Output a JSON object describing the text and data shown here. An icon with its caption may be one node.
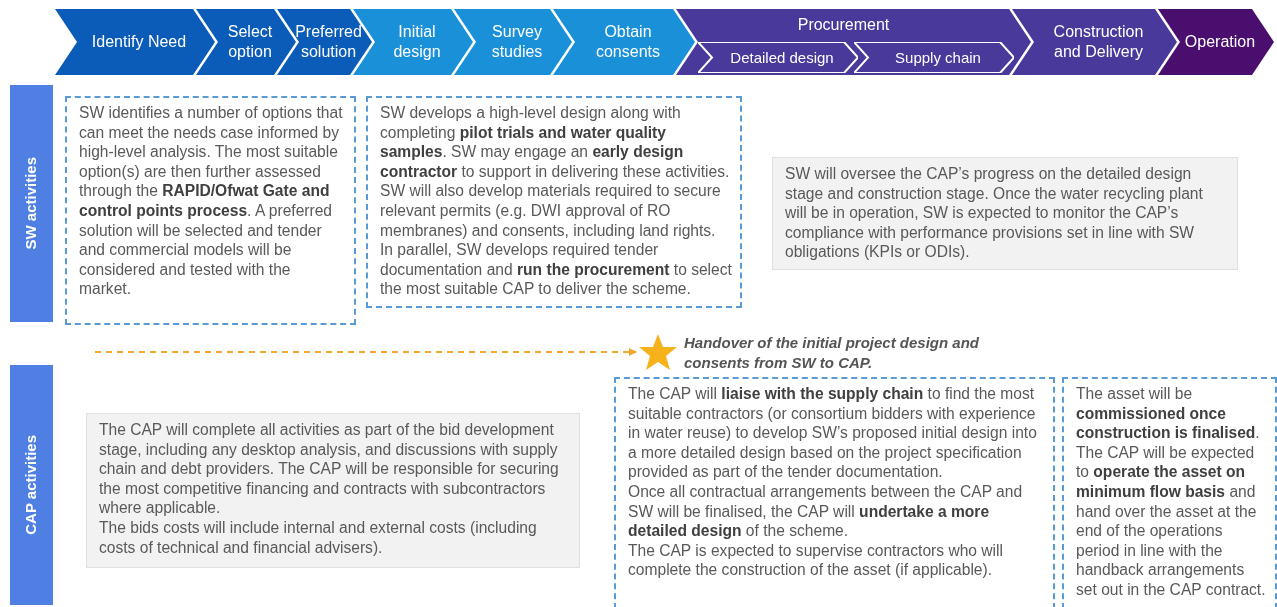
{
  "diagram": {
    "nodes": [
      {
        "text": [
          "Identify Need"
        ]
      },
      {
        "text": [
          "Select option"
        ]
      },
      {
        "text": [
          "Preferred solution"
        ]
      },
      {
        "text": [
          "Initial design"
        ]
      },
      {
        "text": [
          "Survey studies"
        ]
      },
      {
        "text": [
          "Obtain consents"
        ]
      },
      {
        "text": [
          "Procurement"
        ]
      },
      {
        "text": [
          "Detailed design"
        ],
        "in": 6
      },
      {
        "text": [
          "Supply chain"
        ],
        "in": 6
      },
      {
        "text": [
          "Construction and Delivery"
        ]
      },
      {
        "text": [
          "Operation"
        ]
      },
      {
        "text": [
          "SW activities"
        ]
      },
      {
        "text": [
          "CAP activities"
        ]
      },
      {
        "text": [
          "SW identifies a number of options that can meet the needs case informed by high-level analysis. The most suitable option(s) are then further assessed through the **RAPID/Ofwat Gate and control points process**. A preferred solution will be selected and tender and commercial models will be considered and tested with the market."
        ]
      },
      {
        "text": [
          "SW develops a high-level design along with completing **pilot trials and water quality samples**. SW may engage an **early design contractor** to support in delivering these activities. SW will also develop materials required to secure relevant permits (e.g. DWI approval of RO membranes) and consents, including land rights.",
          "In parallel, SW develops required tender documentation and **run the procurement** to select the most suitable CAP to deliver the scheme."
        ]
      },
      {
        "text": [
          "SW will oversee the CAP’s progress on the detailed design stage and construction stage. Once the water recycling plant will be in operation, SW is expected to monitor the CAP’s compliance with performance provisions set in line with SW obligations (KPIs or ODIs)."
        ]
      },
      {
        "text": [],
        "shape": "star",
        "beside": [
          "Handover of the initial project design and consents from SW to CAP."
        ]
      },
      {
        "text": [
          "The CAP will complete all activities as part of the bid development stage, including any desktop analysis, and discussions with supply chain and debt providers. The CAP will be responsible for securing the most competitive financing and contracts with subcontractors where applicable.",
          "The bids costs will include internal and external costs (including costs of technical and financial advisers)."
        ]
      },
      {
        "text": [
          "The CAP will **liaise with the supply chain** to find the most suitable contractors (or consortium bidders with experience in water reuse) to develop SW’s proposed initial design into a more detailed design based on the project specification provided as part of the tender documentation.",
          "Once all contractual arrangements between the CAP and SW will be finalised, the CAP will **undertake a more detailed design** of the scheme.",
          "The CAP is expected to supervise contractors who will complete the construction of the asset (if applicable)."
        ]
      },
      {
        "text": [
          "The asset will be **commissioned once construction is finalised**.",
          "The CAP will be expected to **operate the asset on minimum flow basis** and hand over the asset at the end of the operations period in line with the handback arrangements set out in the CAP contract."
        ]
      }
    ],
    "edges": [
      {
        "from": null,
        "to": 16,
        "arrow": "to",
        "style": "dashed",
        "color": "#f0a830"
      }
    ]
  }
}
